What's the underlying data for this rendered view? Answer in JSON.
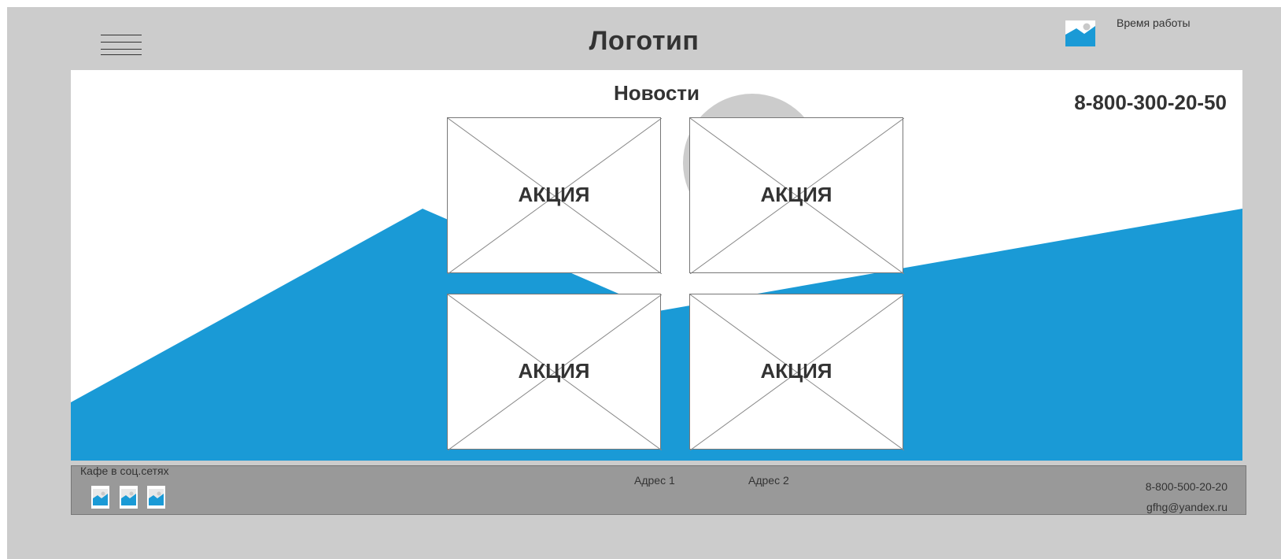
{
  "header": {
    "logo": "Логотип",
    "hours_label": "Время работы"
  },
  "hero": {
    "news_title": "Новости",
    "phone": "8-800-300-20-50",
    "promos": [
      {
        "label": "АКЦИЯ"
      },
      {
        "label": "АКЦИЯ"
      },
      {
        "label": "АКЦИЯ"
      },
      {
        "label": "АКЦИЯ"
      }
    ]
  },
  "footer": {
    "social_label": "Кафе в соц.сетях",
    "address_1": "Адрес 1",
    "address_2": "Адрес 2",
    "phone": "8-800-500-20-20",
    "email": "gfhg@yandex.ru"
  },
  "icons": {
    "menu": "hamburger-menu-icon",
    "image_placeholder": "image-placeholder-icon"
  },
  "colors": {
    "page_bg": "#cccccc",
    "accent_blue": "#1a9ad6",
    "footer_bg": "#999999",
    "text": "#333333"
  }
}
